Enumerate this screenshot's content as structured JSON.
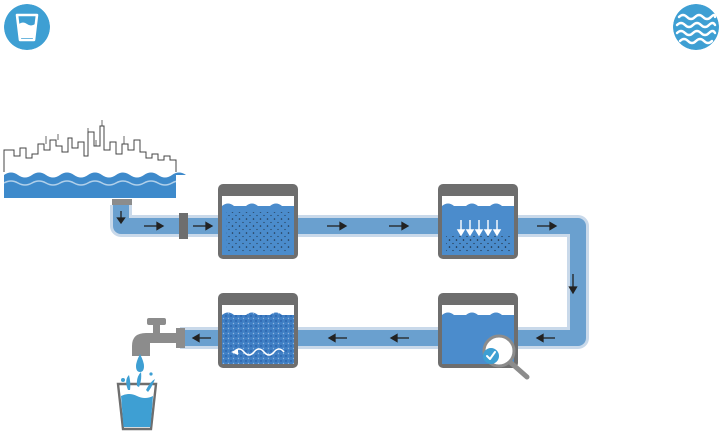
{
  "icons": {
    "top_left": "drinking-glass-icon",
    "top_right": "water-waves-icon",
    "source": "city-skyline-reservoir-icon",
    "magnifier": "magnifying-glass-check-icon",
    "faucet": "faucet-icon",
    "glass": "glass-of-water-icon"
  },
  "stages": [
    {
      "id": "coagulation",
      "icon": "mixing-tank-icon"
    },
    {
      "id": "sedimentation",
      "icon": "settling-tank-icon"
    },
    {
      "id": "testing",
      "icon": "testing-tank-icon"
    },
    {
      "id": "disinfection",
      "icon": "treatment-tank-icon"
    }
  ],
  "colors": {
    "accent_blue": "#3e9fd3",
    "pipe_blue": "#6aa0cf",
    "pipe_edge": "#c9d9ea",
    "water_blue": "#3f8ac8",
    "dark_blue": "#1d4f9c",
    "tank_frame": "#6e6e6e",
    "faucet_gray": "#8c8c8c",
    "arrow_dark": "#222222"
  }
}
